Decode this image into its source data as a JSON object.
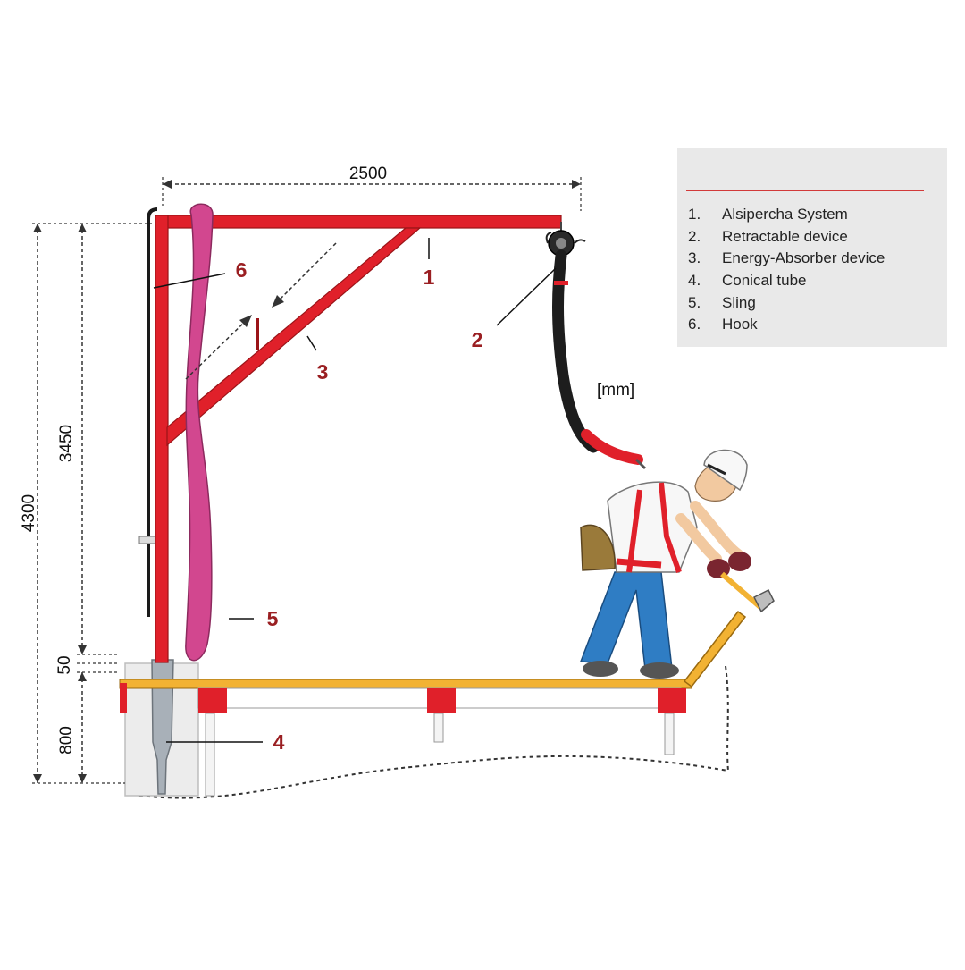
{
  "legend": {
    "items": [
      {
        "num": "1.",
        "label": "Alsipercha System"
      },
      {
        "num": "2.",
        "label": "Retractable device"
      },
      {
        "num": "3.",
        "label": "Energy-Absorber device"
      },
      {
        "num": "4.",
        "label": "Conical tube"
      },
      {
        "num": "5.",
        "label": "Sling"
      },
      {
        "num": "6.",
        "label": "Hook"
      }
    ]
  },
  "dimensions": {
    "width": "2500",
    "total_height": "4300",
    "mast_height": "3450",
    "gap": "50",
    "embed": "800",
    "unit": "[mm]"
  },
  "callouts": {
    "c1": "1",
    "c2": "2",
    "c3": "3",
    "c4": "4",
    "c5": "5",
    "c6": "6"
  },
  "colors": {
    "structure_red": "#e0202a",
    "callout_red": "#9a1f22",
    "sling_pink": "#d2478f",
    "deck_yellow": "#f2b233",
    "worker_blue": "#2f7dc4"
  }
}
